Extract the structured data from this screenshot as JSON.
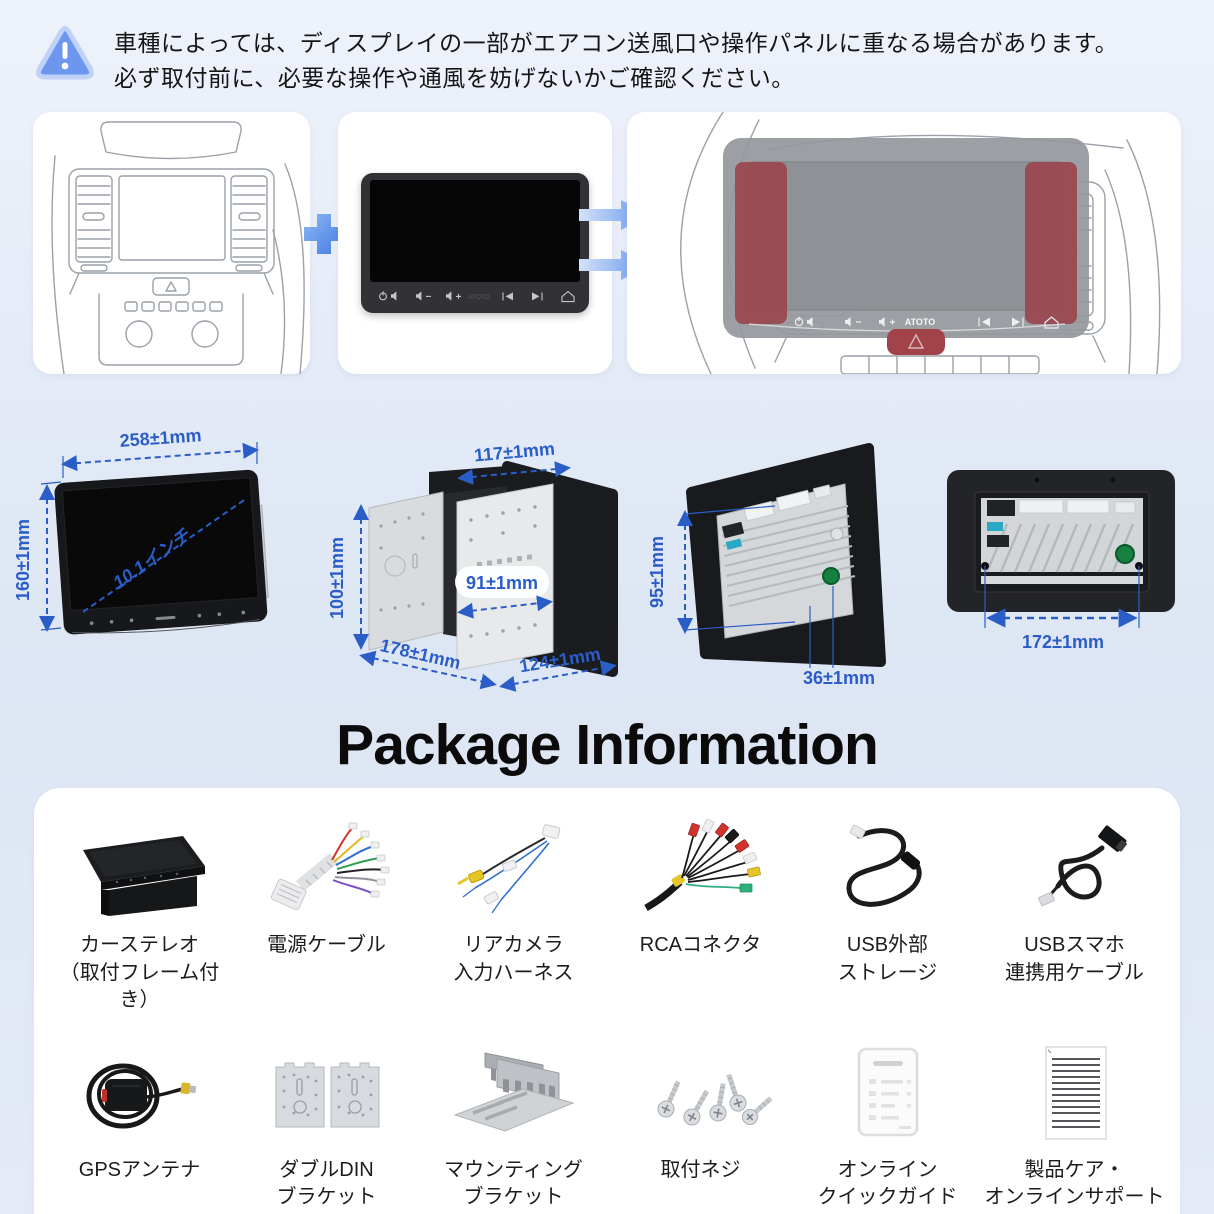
{
  "notice": {
    "line1": "車種によっては、ディスプレイの一部がエアコン送風口や操作パネルに重なる場合があります。",
    "line2": "必ず取付前に、必要な操作や通風を妨げないかご確認ください。"
  },
  "device": {
    "brand": "ATOTO"
  },
  "dimensions": {
    "front_width": "258±1mm",
    "front_height": "160±1mm",
    "screen_diagonal": "10.1インチ",
    "bracket_top_width": "117±1mm",
    "bracket_height": "100±1mm",
    "bracket_inner_width": "91±1mm",
    "bracket_depth": "178±1mm",
    "bracket_bottom_width": "124±1mm",
    "rear_height": "95±1mm",
    "rear_depth": "36±1mm",
    "rear_mount_width": "172±1mm"
  },
  "package": {
    "title": "Package Information",
    "items": [
      {
        "icon": "car-stereo",
        "label": "カーステレオ\n（取付フレーム付き）"
      },
      {
        "icon": "power-cable",
        "label": "電源ケーブル"
      },
      {
        "icon": "rear-camera-harness",
        "label": "リアカメラ\n入力ハーネス"
      },
      {
        "icon": "rca-connector",
        "label": "RCAコネクタ"
      },
      {
        "icon": "usb-storage",
        "label": "USB外部\nストレージ"
      },
      {
        "icon": "usb-phone-cable",
        "label": "USBスマホ\n連携用ケーブル"
      },
      {
        "icon": "gps-antenna",
        "label": "GPSアンテナ"
      },
      {
        "icon": "double-din-bracket",
        "label": "ダブルDIN\nブラケット"
      },
      {
        "icon": "mounting-bracket",
        "label": "マウンティング\nブラケット"
      },
      {
        "icon": "screws",
        "label": "取付ネジ"
      },
      {
        "icon": "quick-guide",
        "label": "オンライン\nクイックガイド"
      },
      {
        "icon": "care-support",
        "label": "製品ケア・\nオンラインサポート"
      }
    ]
  },
  "colors": {
    "accent_blue": "#2a5dc8",
    "warning_blue": "#6d96ee",
    "overlay_red": "#9a4950"
  }
}
